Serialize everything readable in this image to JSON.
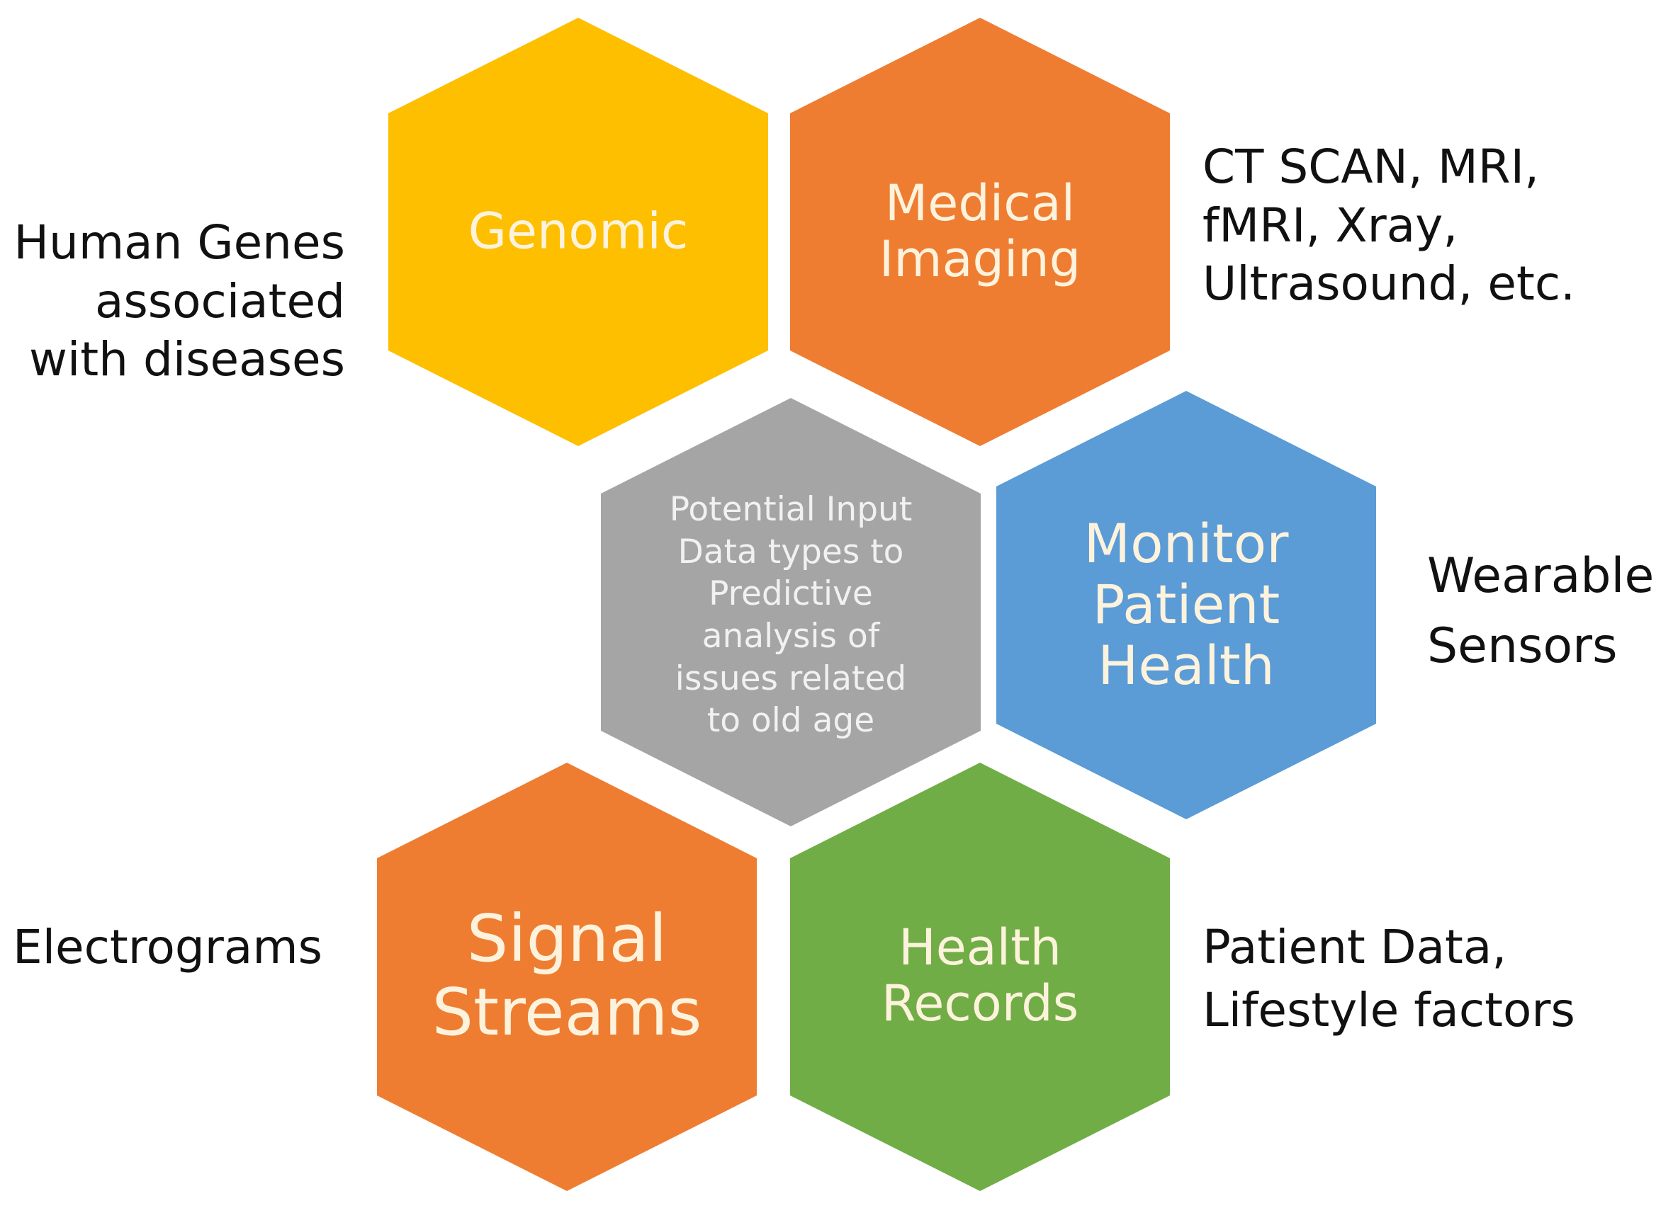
{
  "hexagons": {
    "genomic": {
      "lines": [
        "Genomic"
      ],
      "color": "#FDBF00"
    },
    "medical_imaging": {
      "lines": [
        "Medical",
        "Imaging"
      ],
      "color": "#EE7D32"
    },
    "center": {
      "lines": [
        "Potential Input",
        "Data types to",
        "Predictive",
        "analysis of",
        "issues related",
        "to old age"
      ],
      "color": "#A5A5A5"
    },
    "monitor_patient_health": {
      "lines": [
        "Monitor",
        "Patient",
        "Health"
      ],
      "color": "#5B9BD6"
    },
    "signal_streams": {
      "lines": [
        "Signal",
        "Streams"
      ],
      "color": "#EE7D32"
    },
    "health_records": {
      "lines": [
        "Health",
        "Records"
      ],
      "color": "#71AD46"
    }
  },
  "side_labels": {
    "human_genes": [
      "Human Genes",
      "associated",
      "with diseases"
    ],
    "imaging_types": [
      "CT SCAN, MRI,",
      "fMRI, Xray,",
      "Ultrasound, etc."
    ],
    "wearable": [
      "Wearable",
      "Sensors"
    ],
    "electrograms": [
      "Electrograms"
    ],
    "patient_data": [
      "Patient Data,",
      "Lifestyle factors"
    ]
  }
}
